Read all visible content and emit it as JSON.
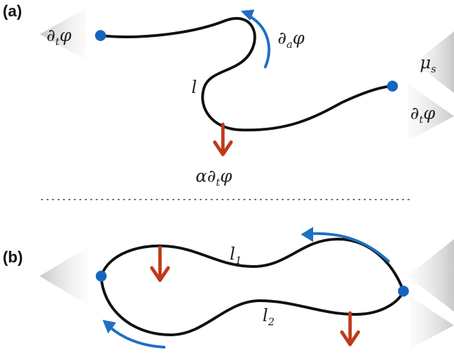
{
  "panels": {
    "a": {
      "label": "(a)",
      "labels": {
        "dt_left": {
          "main": "∂",
          "sub": "t",
          "tail": "φ"
        },
        "da": {
          "main": "∂",
          "sub": "a",
          "tail": "φ"
        },
        "l": "l",
        "mu": {
          "main": "μ",
          "sub": "s"
        },
        "dt_right": {
          "main": "∂",
          "sub": "t",
          "tail": "φ"
        },
        "alpha": {
          "pre": "α∂",
          "sub": "t",
          "tail": "φ"
        }
      }
    },
    "b": {
      "label": "(b)",
      "labels": {
        "l1": {
          "main": "l",
          "sub": "1"
        },
        "l2": {
          "main": "l",
          "sub": "2"
        }
      }
    }
  },
  "colors": {
    "curve": "#111111",
    "endpoint": "#1565c0",
    "flow_arrow": "#1e6fc4",
    "force_arrow": "#c0391b",
    "wedge_light": "#f2f2f2",
    "wedge_dark": "#c8c8c8",
    "separator": "#777777"
  }
}
